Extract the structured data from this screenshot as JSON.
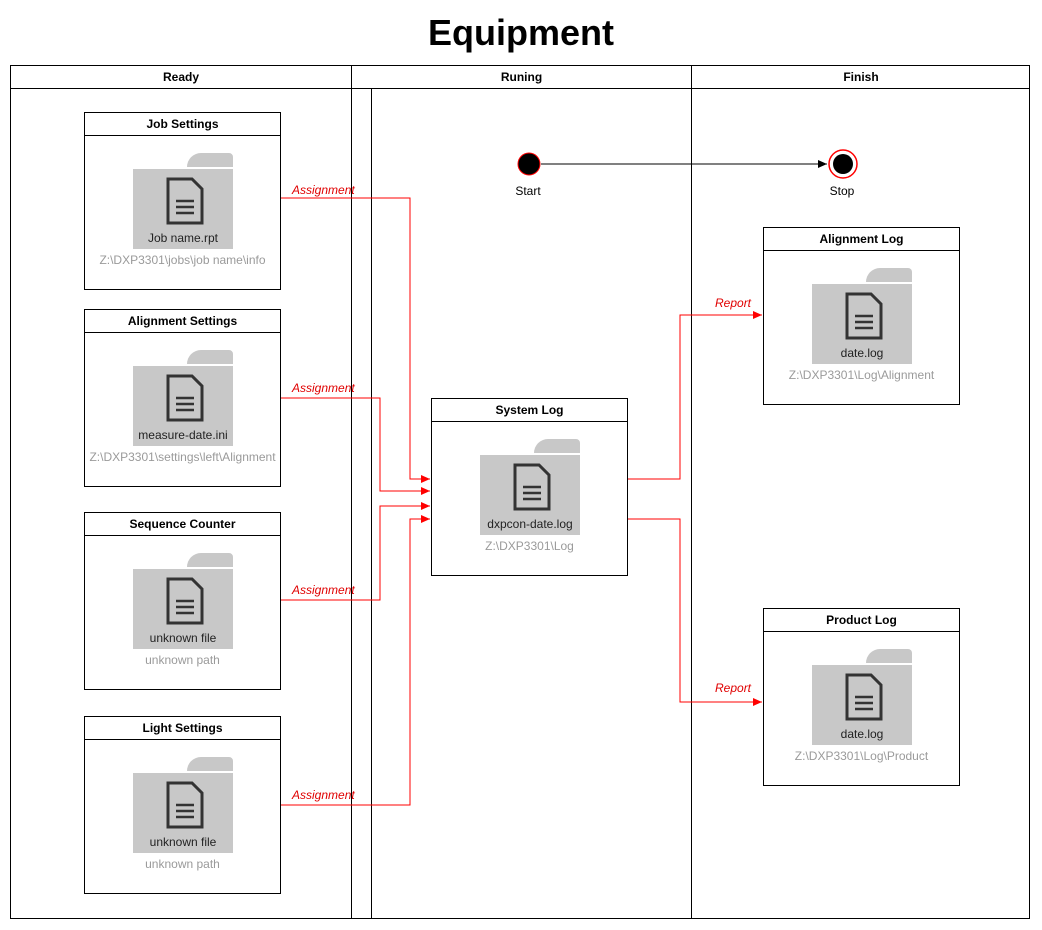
{
  "title": "Equipment",
  "lanes": [
    "Ready",
    "Runing",
    "Finish"
  ],
  "ready": [
    {
      "title": "Job Settings",
      "file": "Job name.rpt",
      "path": "Z:\\DXP3301\\jobs\\job name\\info",
      "edge": "Assignment"
    },
    {
      "title": "Alignment Settings",
      "file": "measure-date.ini",
      "path": "Z:\\DXP3301\\settings\\left\\Alignment",
      "edge": "Assignment"
    },
    {
      "title": "Sequence Counter",
      "file": "unknown file",
      "path": "unknown path",
      "edge": "Assignment"
    },
    {
      "title": "Light Settings",
      "file": "unknown file",
      "path": "unknown path",
      "edge": "Assignment"
    }
  ],
  "running": {
    "start_label": "Start",
    "system_log": {
      "title": "System Log",
      "file": "dxpcon-date.log",
      "path": "Z:\\DXP3301\\Log"
    }
  },
  "finish": {
    "stop_label": "Stop",
    "logs": [
      {
        "title": "Alignment Log",
        "file": "date.log",
        "path": "Z:\\DXP3301\\Log\\Alignment",
        "edge": "Report"
      },
      {
        "title": "Product Log",
        "file": "date.log",
        "path": "Z:\\DXP3301\\Log\\Product",
        "edge": "Report"
      }
    ]
  },
  "colors": {
    "edge": "#ff0000",
    "folder": "#c8c8c8",
    "path_text": "#9a9a9a"
  }
}
